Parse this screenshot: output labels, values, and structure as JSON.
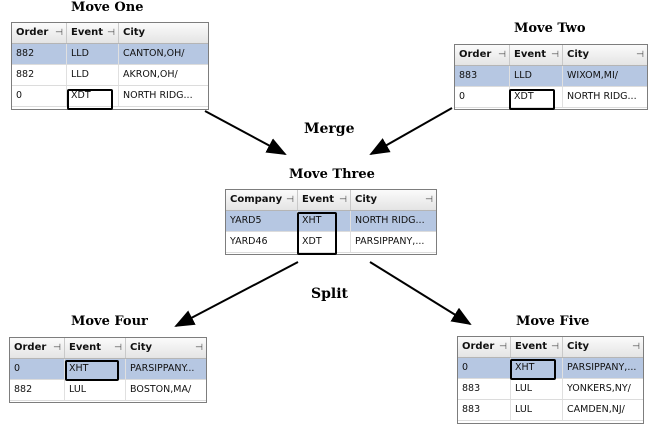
{
  "labels": {
    "move_one": "Move One",
    "move_two": "Move Two",
    "move_three": "Move Three",
    "move_four": "Move Four",
    "move_five": "Move Five",
    "merge": "Merge",
    "split": "Split"
  },
  "pin_icon": "pin-icon",
  "tables": {
    "move_one": {
      "headers": [
        "Order",
        "Event",
        "City"
      ],
      "rows": [
        [
          "882",
          "LLD",
          "CANTON,OH/"
        ],
        [
          "882",
          "LLD",
          "AKRON,OH/"
        ],
        [
          "0",
          "XDT",
          "NORTH RIDG..."
        ]
      ]
    },
    "move_two": {
      "headers": [
        "Order",
        "Event",
        "City"
      ],
      "rows": [
        [
          "883",
          "LLD",
          "WIXOM,MI/"
        ],
        [
          "0",
          "XDT",
          "NORTH RIDG..."
        ]
      ]
    },
    "move_three": {
      "headers": [
        "Company",
        "Event",
        "City"
      ],
      "rows": [
        [
          "YARD5",
          "XHT",
          "NORTH RIDG..."
        ],
        [
          "YARD46",
          "XDT",
          "PARSIPPANY,..."
        ]
      ]
    },
    "move_four": {
      "headers": [
        "Order",
        "Event",
        "City"
      ],
      "rows": [
        [
          "0",
          "XHT",
          "PARSIPPANY..."
        ],
        [
          "882",
          "LUL",
          "BOSTON,MA/"
        ]
      ]
    },
    "move_five": {
      "headers": [
        "Order",
        "Event",
        "City"
      ],
      "rows": [
        [
          "0",
          "XHT",
          "PARSIPPANY,..."
        ],
        [
          "883",
          "LUL",
          "YONKERS,NY/"
        ],
        [
          "883",
          "LUL",
          "CAMDEN,NJ/"
        ]
      ]
    }
  },
  "colors": {
    "selected_row": "#b6c7e2",
    "highlight_box": "#000000"
  }
}
